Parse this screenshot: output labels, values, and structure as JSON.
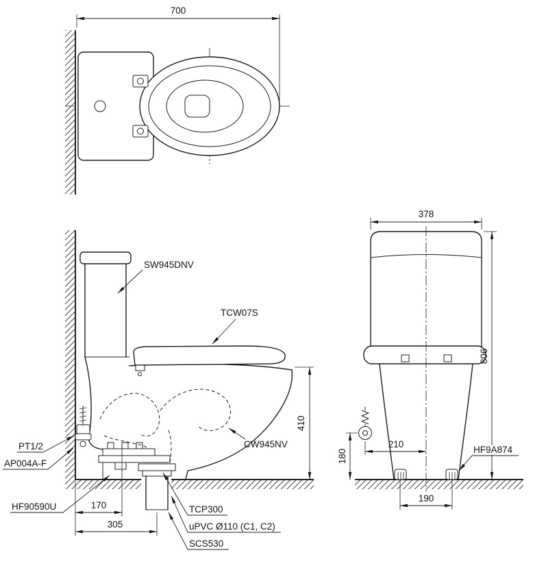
{
  "drawing": {
    "background": "#ffffff",
    "line_color": "#1c1c1c"
  },
  "top_view": {
    "dim_depth": "700"
  },
  "side_view": {
    "labels": {
      "tank": "SW945DNV",
      "seat": "TCW07S",
      "bowl": "CW945NV",
      "supply_valve": "PT1/2",
      "wall_fitting": "AP004A-F",
      "floor_fixing": "HF90590U",
      "outlet_socket": "TCP300",
      "drain_pipe": "uPVC Ø110 (C1, C2)",
      "pipe_seal": "SCS530"
    },
    "dims": {
      "seat_height": "410",
      "fixing_offset": "170",
      "outlet_offset": "305"
    }
  },
  "front_view": {
    "labels": {
      "bolt_cap": "HF9A874"
    },
    "dims": {
      "tank_width": "378",
      "total_height": "806",
      "valve_height": "180",
      "valve_offset": "210",
      "bolt_spacing": "190"
    }
  }
}
